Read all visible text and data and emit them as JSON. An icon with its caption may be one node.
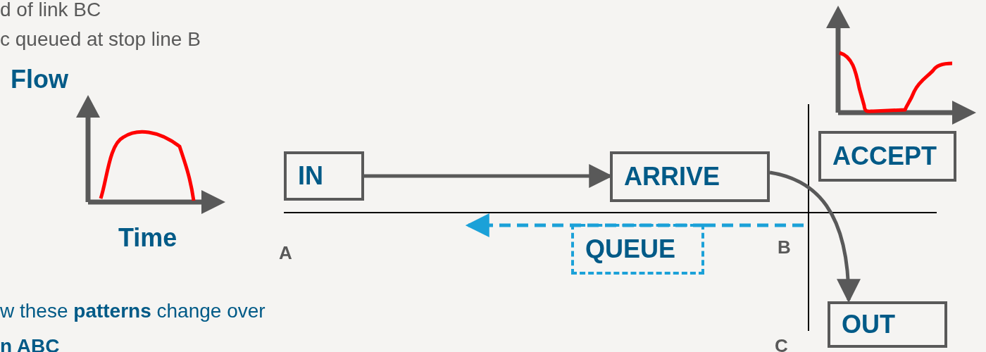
{
  "diagram": {
    "nodes": [
      {
        "text": [
          "IN"
        ]
      },
      {
        "text": [
          "ARRIVE"
        ]
      },
      {
        "text": [
          "ACCEPT"
        ]
      },
      {
        "text": [
          "QUEUE"
        ]
      },
      {
        "text": [
          "OUT"
        ]
      }
    ],
    "edges": [
      {
        "from": 0,
        "to": 1,
        "arrow": "to"
      },
      {
        "from": 1,
        "to": 4,
        "arrow": "to"
      },
      {
        "from": 3,
        "to": null,
        "arrow": "to",
        "style": "dashed",
        "color": "#1ba1d8"
      }
    ],
    "labels": [
      "d of link BC",
      "c queued at stop line B",
      "Flow",
      "Time",
      "B",
      "A",
      "w these **patterns** change over",
      "n ABC",
      "C"
    ]
  }
}
